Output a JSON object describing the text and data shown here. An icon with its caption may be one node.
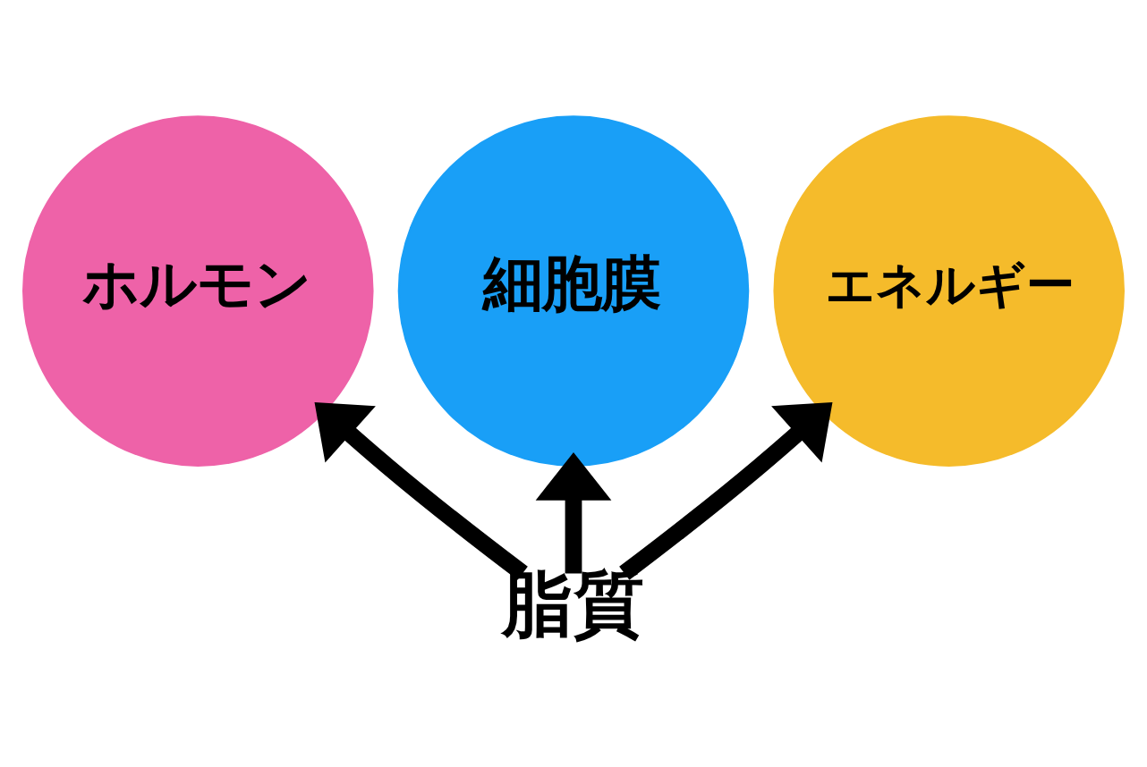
{
  "diagram": {
    "nodes": [
      {
        "text": [
          "細胞膜"
        ]
      },
      {
        "text": [
          "ホルモン"
        ]
      },
      {
        "text": [
          "エネルギー"
        ]
      },
      {
        "text": [
          "脂質"
        ]
      }
    ],
    "edges": [
      {
        "from": 3,
        "to": 0,
        "arrow": "to"
      },
      {
        "from": 3,
        "to": 1,
        "arrow": "to"
      },
      {
        "from": 3,
        "to": 2,
        "arrow": "to"
      }
    ]
  }
}
